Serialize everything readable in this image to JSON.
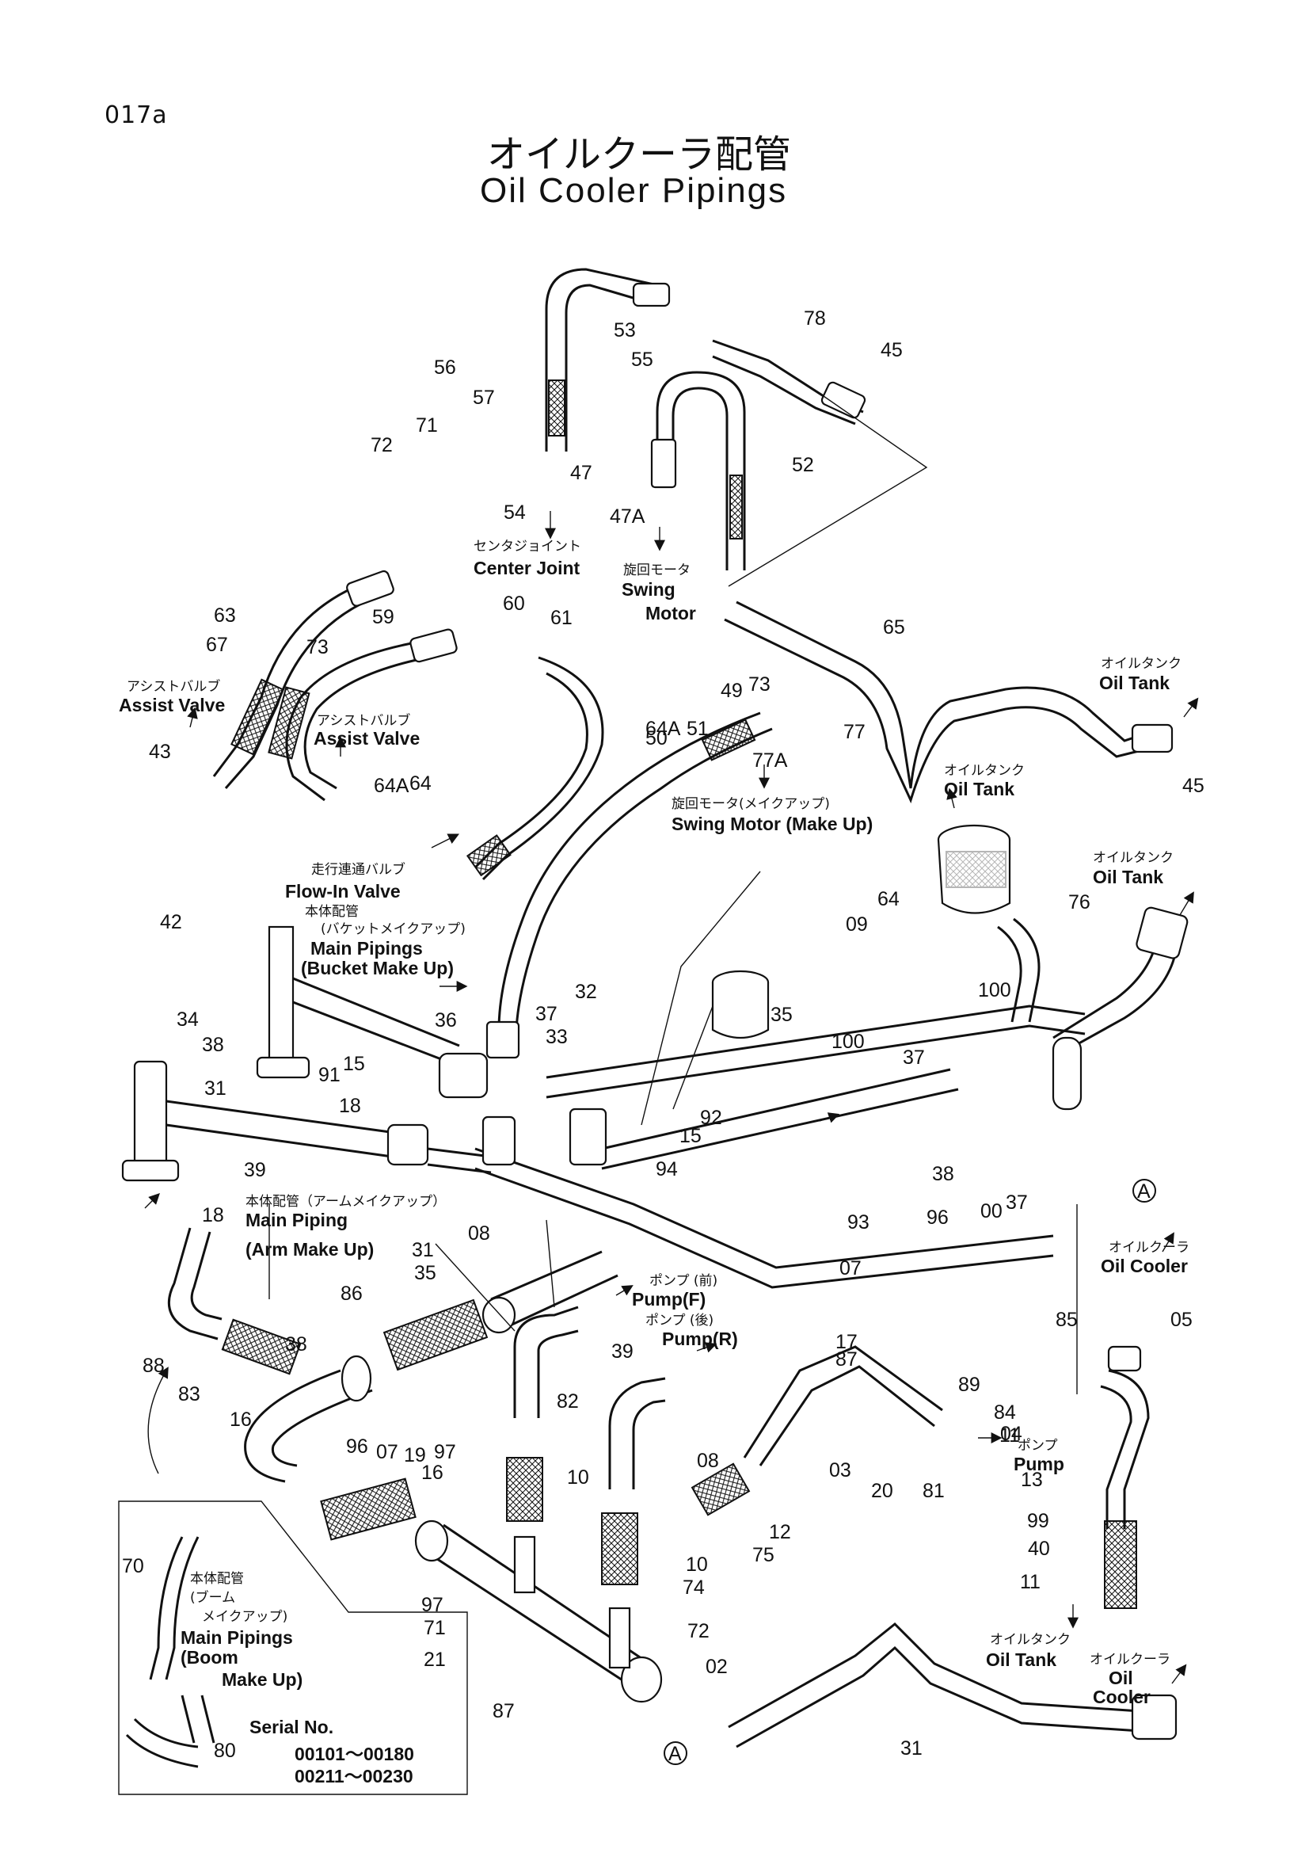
{
  "page": {
    "id": "017a"
  },
  "title": {
    "jp": "オイルクーラ配管",
    "en": "Oil Cooler Pipings"
  },
  "destinations": {
    "center_joint": {
      "jp": "センタジョイント",
      "en": "Center Joint"
    },
    "swing_motor": {
      "jp": "旋回モータ",
      "en1": "Swing",
      "en2": "Motor"
    },
    "assist_valve_1": {
      "jp": "アシストバルブ",
      "en": "Assist Valve"
    },
    "assist_valve_2": {
      "jp": "アシストバルブ",
      "en": "Assist Valve"
    },
    "oil_tank_1": {
      "jp": "オイルタンク",
      "en": "Oil Tank"
    },
    "oil_tank_2": {
      "jp": "オイルタンク",
      "en": "Oil Tank"
    },
    "oil_tank_3": {
      "jp": "オイルタンク",
      "en": "Oil Tank"
    },
    "oil_tank_4": {
      "jp": "オイルタンク",
      "en": "Oil Tank"
    },
    "swing_motor_makeup": {
      "jp": "旋回モータ(メイクアップ)",
      "en": "Swing Motor (Make Up)"
    },
    "flow_in_valve": {
      "jp": "走行連通バルブ",
      "en": "Flow-In Valve"
    },
    "main_pipings_bucket": {
      "jp1": "本体配管",
      "jp2": "(バケットメイクアップ)",
      "en1": "Main Pipings",
      "en2": "(Bucket Make Up)"
    },
    "main_piping_arm": {
      "jp": "本体配管（アームメイクアップ）",
      "en1": "Main Piping",
      "en2": "(Arm Make Up)"
    },
    "pump_f": {
      "jp": "ポンプ (前)",
      "en": "Pump(F)"
    },
    "pump_r": {
      "jp": "ポンプ (後)",
      "en": "Pump(R)"
    },
    "pump": {
      "jp": "ポンプ",
      "en": "Pump"
    },
    "oil_cooler_1": {
      "jp": "オイルクーラ",
      "en": "Oil Cooler"
    },
    "oil_cooler_2": {
      "jp": "オイルクーラ",
      "en1": "Oil",
      "en2": "Cooler"
    }
  },
  "inset": {
    "jp1": "本体配管",
    "jp2": "(ブーム",
    "jp3": "メイクアップ)",
    "en1": "Main Pipings",
    "en2": "(Boom",
    "en3": "Make Up)",
    "serial_label": "Serial No.",
    "serial_1": "00101～00180",
    "serial_2": "00211～00230"
  },
  "circle_ref": "A",
  "parts": [
    "53",
    "78",
    "45",
    "56",
    "55",
    "57",
    "71",
    "52",
    "47",
    "72",
    "54",
    "47A",
    "63",
    "59",
    "60",
    "61",
    "67",
    "73",
    "65",
    "73",
    "43",
    "49",
    "64A",
    "77",
    "50",
    "51",
    "77A",
    "45",
    "64A",
    "64",
    "64",
    "09",
    "76",
    "42",
    "32",
    "100",
    "34",
    "35",
    "36",
    "37",
    "100",
    "33",
    "37",
    "38",
    "15",
    "91",
    "31",
    "18",
    "92",
    "39",
    "15",
    "38",
    "94",
    "18",
    "00",
    "08",
    "31",
    "37",
    "93",
    "96",
    "35",
    "07",
    "86",
    "85",
    "05",
    "38",
    "17",
    "39",
    "87",
    "88",
    "83",
    "89",
    "16",
    "84",
    "82",
    "11",
    "04",
    "97",
    "03",
    "16",
    "10",
    "08",
    "96",
    "07",
    "19",
    "20",
    "81",
    "13",
    "12",
    "75",
    "99",
    "10",
    "40",
    "70",
    "97",
    "74",
    "11",
    "72",
    "71",
    "21",
    "02",
    "87",
    "80",
    "31"
  ]
}
